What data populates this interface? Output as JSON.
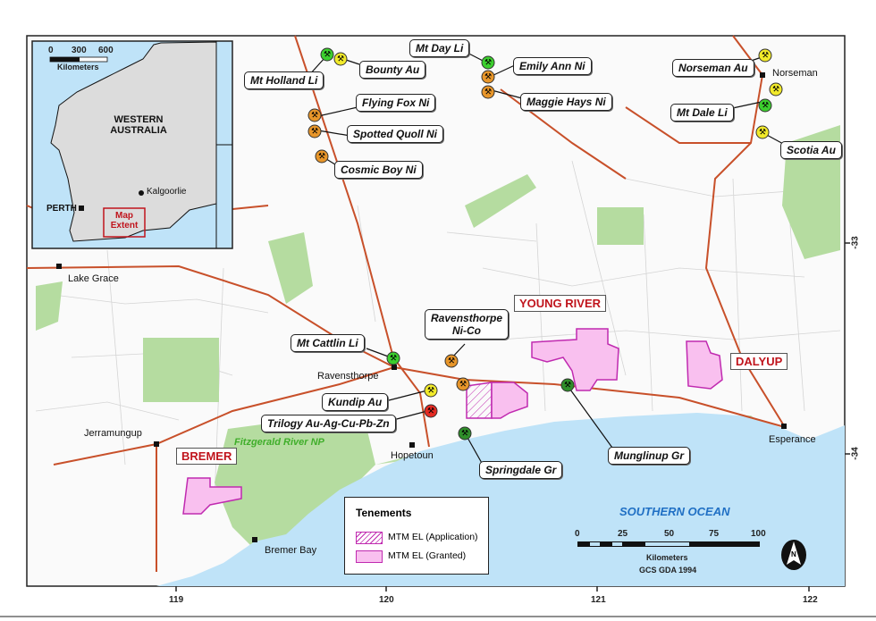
{
  "inset": {
    "scale_ticks": [
      "0",
      "300",
      "600"
    ],
    "scale_unit": "Kilometers",
    "state_line1": "WESTERN",
    "state_line2": "AUSTRALIA",
    "cities": [
      "Kalgoorlie",
      "PERTH"
    ],
    "extent_line1": "Map",
    "extent_line2": "Extent"
  },
  "deposits": [
    {
      "name": "Mt Holland Li",
      "color": "#3ccf2e"
    },
    {
      "name": "Bounty Au",
      "color": "#f2ea2a"
    },
    {
      "name": "Flying Fox Ni",
      "color": "#e8962a"
    },
    {
      "name": "Spotted Quoll Ni",
      "color": "#e8962a"
    },
    {
      "name": "Cosmic Boy Ni",
      "color": "#e8962a"
    },
    {
      "name": "Mt Day Li",
      "color": "#3ccf2e"
    },
    {
      "name": "Emily Ann Ni",
      "color": "#e8962a"
    },
    {
      "name": "Maggie Hays Ni",
      "color": "#e8962a"
    },
    {
      "name": "Norseman Au",
      "color": "#f2ea2a"
    },
    {
      "name": "Mt Dale Li",
      "color": "#3ccf2e"
    },
    {
      "name": "Scotia Au",
      "color": "#f2ea2a"
    },
    {
      "name": "Mt Cattlin Li",
      "color": "#3ccf2e"
    },
    {
      "name": "Ravensthorpe",
      "name2": "Ni-Co",
      "color": "#e8962a"
    },
    {
      "name": "Kundip Au",
      "color": "#f2ea2a"
    },
    {
      "name": "Trilogy Au-Ag-Cu-Pb-Zn",
      "color": "#e52a22"
    },
    {
      "name": "Springdale Gr",
      "color": "#2f8f2a"
    },
    {
      "name": "Munglinup Gr",
      "color": "#2f8f2a"
    }
  ],
  "regions": [
    "YOUNG RIVER",
    "DALYUP",
    "BREMER"
  ],
  "towns": [
    "Norseman",
    "Lake Grace",
    "Ravensthorpe",
    "Jerramungup",
    "Hopetoun",
    "Bremer Bay",
    "Esperance"
  ],
  "park": "Fitzgerald River NP",
  "ocean": "SOUTHERN OCEAN",
  "legend": {
    "title": "Tenements",
    "items": [
      "MTM EL (Application)",
      "MTM EL (Granted)"
    ]
  },
  "scalebar": {
    "ticks": [
      "0",
      "25",
      "50",
      "75",
      "100"
    ],
    "unit": "Kilometers",
    "datum": "GCS GDA 1994"
  },
  "north": "N",
  "axes": {
    "lon": [
      "119",
      "120",
      "121",
      "122"
    ],
    "lat": [
      "-33",
      "-34"
    ]
  },
  "colors": {
    "ocean": "#bfe3f8",
    "reserve": "#b5dca0",
    "road": "#c8502a",
    "tenement": "#f9c0ef",
    "tenement_border": "#c02ab0"
  }
}
